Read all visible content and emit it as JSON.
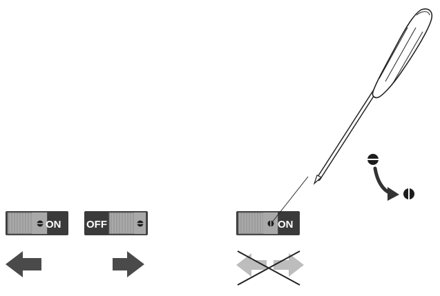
{
  "switches": [
    {
      "label": "ON",
      "state": "on",
      "arrow": "left-arrow-icon"
    },
    {
      "label": "OFF",
      "state": "off",
      "arrow": "right-arrow-icon"
    },
    {
      "label": "ON",
      "state": "on",
      "arrow": "crossed-double-arrow-icon"
    }
  ],
  "rotation_hint": {
    "icons": [
      "slot-horizontal-icon",
      "curved-arrow-icon",
      "slot-vertical-icon"
    ]
  },
  "tool": {
    "icon": "screwdriver-icon"
  },
  "colors": {
    "switch_body": "#3a3a3a",
    "switch_slider": "#a9a9a9",
    "arrow": "#4a4a4a",
    "arrow_disabled": "#bdbdbd",
    "cross": "#222222"
  }
}
